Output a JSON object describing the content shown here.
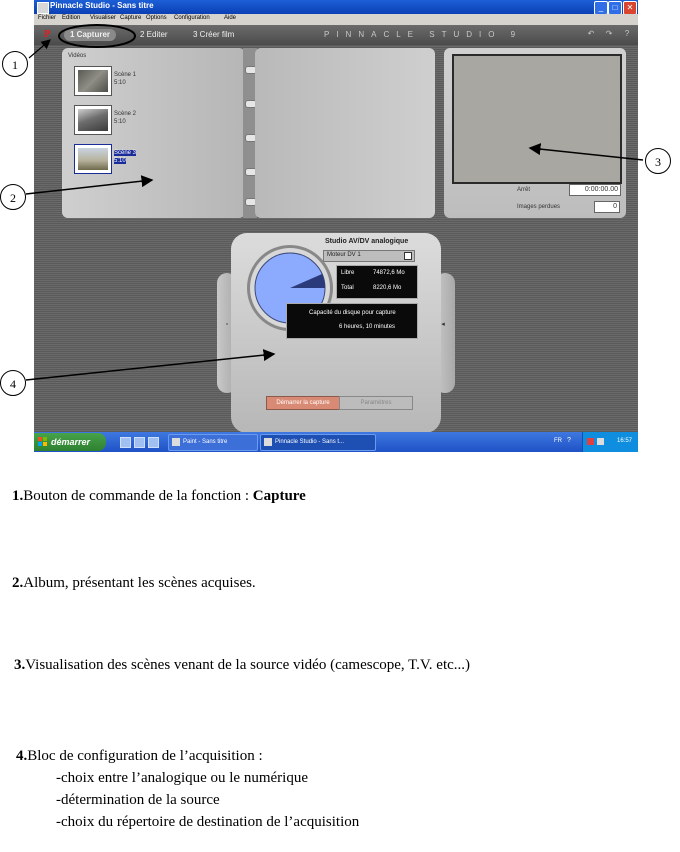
{
  "window": {
    "title": "Pinnacle Studio - Sans titre",
    "minimize_glyph": "_",
    "maximize_glyph": "□",
    "close_glyph": "✕"
  },
  "menu": [
    "Fichier",
    "Edition",
    "Visualiser",
    "Capture",
    "Options",
    "Configuration",
    "Aide"
  ],
  "tabs": {
    "capture": "1 Capturer",
    "edit": "2 Editer",
    "create": "3 Créer film"
  },
  "brand": "PINNACLE STUDIO 9",
  "logo_letter": "P",
  "top_icons": {
    "undo": "↶",
    "redo": "↷",
    "help": "?"
  },
  "album": {
    "label": "Vidéos",
    "scenes": [
      {
        "name": "Scène 1",
        "duration": "5:10"
      },
      {
        "name": "Scène 2",
        "duration": "5:10"
      },
      {
        "name": "Scène 3",
        "duration": "5:10"
      }
    ]
  },
  "preview": {
    "duration_label": "Arrêt",
    "timecode": "0:00:00.00",
    "dropped_label": "Images perdues",
    "dropped_value": "0"
  },
  "capture_panel": {
    "title": "Studio AV/DV analogique",
    "source_label": "Moteur DV 1",
    "storage": [
      {
        "label": "Libre",
        "value": "74872,6 Mo"
      },
      {
        "label": "Total",
        "value": "8220,6 Mo"
      }
    ],
    "available": [
      "Capacité du disque pour capture",
      "6 heures, 10 minutes"
    ],
    "start_button": "Démarrer la capture",
    "settings_button": "Paramètres"
  },
  "taskbar": {
    "start": "démarrer",
    "tasks": [
      "Paint - Sans titre",
      "Pinnacle Studio - Sans t..."
    ],
    "lang": "FR",
    "clock": "16:57"
  },
  "callouts": [
    "1",
    "2",
    "3",
    "4"
  ],
  "captions": [
    {
      "num": "1.",
      "text": "Bouton de commande de la fonction : ",
      "strong": "Capture"
    },
    {
      "num": "2.",
      "text": "Album, présentant les scènes acquises.",
      "strong": ""
    },
    {
      "num": "3.",
      "text": "Visualisation des scènes venant de la source vidéo (camescope, T.V. etc...)",
      "strong": ""
    },
    {
      "num": "4.",
      "text": "Bloc de configuration de l’acquisition :",
      "strong": ""
    }
  ],
  "bullets": [
    "-choix entre l’analogique ou le numérique",
    "-détermination de la source",
    "-choix du répertoire de destination de l’acquisition"
  ],
  "colors": {
    "dial_fill": "#8cabff",
    "selected_scene": "#1a2c9a",
    "start_button": "#d98a74",
    "window_title": "#0b3fb4"
  }
}
